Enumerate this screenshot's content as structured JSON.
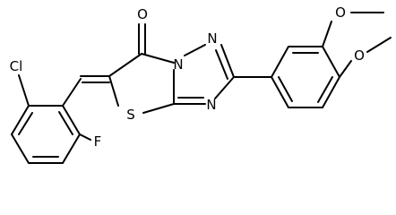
{
  "molecule": {
    "atoms": {
      "carbonyl_oxygen": "O",
      "ring_sulfur": "S",
      "ring_nitrogen_fused": "N",
      "ring_nitrogen_upper": "N",
      "ring_nitrogen_lower": "N",
      "chlorine": "Cl",
      "fluorine": "F",
      "methoxy_oxygen_upper": "O",
      "methoxy_oxygen_lower": "O"
    }
  },
  "colors": {
    "ink": "#000000",
    "background": "#ffffff"
  }
}
